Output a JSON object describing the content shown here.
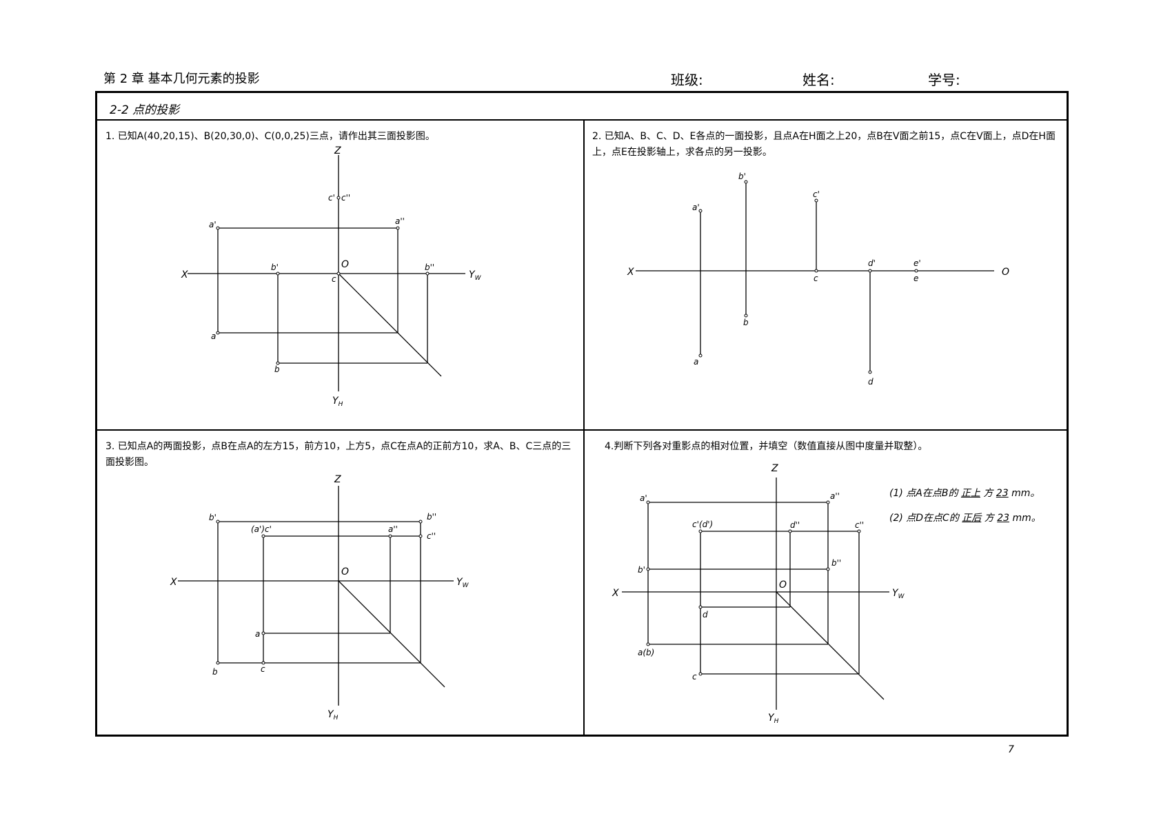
{
  "header": {
    "chapter": "第 2 章  基本几何元素的投影",
    "class_label": "班级:",
    "name_label": "姓名:",
    "id_label": "学号:"
  },
  "section": {
    "title": "2-2  点的投影"
  },
  "problems": {
    "p1": "1. 已知A(40,20,15)、B(20,30,0)、C(0,0,25)三点，请作出其三面投影图。",
    "p2": "2. 已知A、B、C、D、E各点的一面投影，且点A在H面之上20，点B在V面之前15，点C在V面上，点D在H面上，点E在投影轴上，求各点的另一投影。",
    "p3": "3. 已知点A的两面投影，点B在点A的左方15，前方10，上方5，点C在点A的正前方10，求A、B、C三点的三面投影图。",
    "p4": "4.判断下列各对重影点的相对位置，并填空（数值直接从图中度量并取整）。"
  },
  "answers": {
    "q1_prefix": "(1) 点A在点B的",
    "q1_pos": "正上",
    "q1_mid": "方",
    "q1_val": "23",
    "q1_unit": "mm。",
    "q2_prefix": "(2) 点D在点C的",
    "q2_pos": "正后",
    "q2_mid": "方",
    "q2_val": "23",
    "q2_unit": "mm。"
  },
  "diagram_labels": {
    "d1": {
      "Z": "Z",
      "X": "X",
      "O": "O",
      "YW": "Y",
      "YW_sub": "W",
      "YH": "Y",
      "YH_sub": "H",
      "c_v": "c'",
      "c_w": "c''",
      "a_v": "a'",
      "a_w": "a''",
      "b_v": "b'",
      "b_w": "b''",
      "c_h": "c",
      "a_h": "a",
      "b_h": "b"
    },
    "d2": {
      "X": "X",
      "O": "O",
      "b_v": "b'",
      "c_v": "c'",
      "a_v": "a'",
      "d_v": "d'",
      "e_v": "e'",
      "c_h": "c",
      "e_h": "e",
      "b_h": "b",
      "a_h": "a",
      "d_h": "d"
    },
    "d3": {
      "Z": "Z",
      "X": "X",
      "O": "O",
      "YW": "Y",
      "YW_sub": "W",
      "YH": "Y",
      "YH_sub": "H",
      "b_v": "b'",
      "b_w": "b''",
      "ac_v": "(a')c'",
      "a_w": "a''",
      "c_w": "c''",
      "a_h": "a",
      "b_h": "b",
      "c_h": "c"
    },
    "d4": {
      "Z": "Z",
      "X": "X",
      "O": "O",
      "YW": "Y",
      "YW_sub": "W",
      "YH": "Y",
      "YH_sub": "H",
      "a_v": "a'",
      "a_w": "a''",
      "cd_v": "c'(d')",
      "d_w": "d''",
      "c_w": "c''",
      "b_v": "b'",
      "b_w": "b''",
      "d_h": "d",
      "ab_h": "a(b)",
      "c_h": "c"
    }
  },
  "page_number": "7"
}
